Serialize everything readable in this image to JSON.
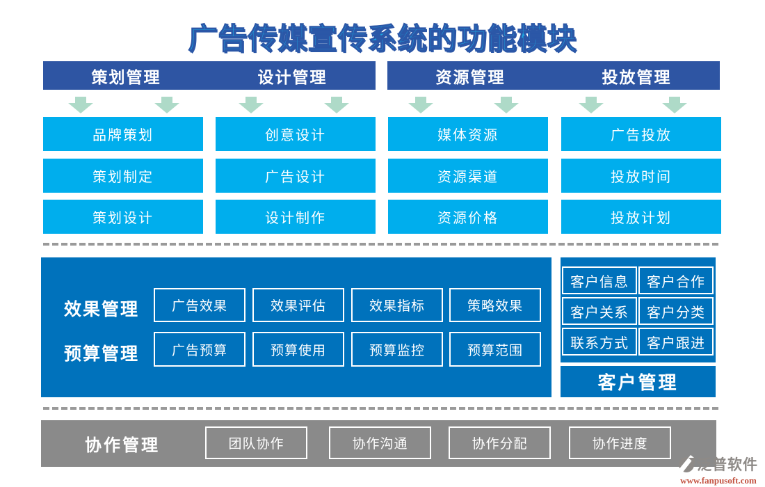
{
  "title": "广告传媒宣传系统的功能模块",
  "top_sections": [
    {
      "header": "策划管理",
      "items": [
        "品牌策划",
        "策划制定",
        "策划设计"
      ]
    },
    {
      "header": "设计管理",
      "items": [
        "创意设计",
        "广告设计",
        "设计制作"
      ]
    },
    {
      "header": "资源管理",
      "items": [
        "媒体资源",
        "资源渠道",
        "资源价格"
      ]
    },
    {
      "header": "投放管理",
      "items": [
        "广告投放",
        "投放时间",
        "投放计划"
      ]
    }
  ],
  "middle": {
    "rows": [
      {
        "label": "效果管理",
        "items": [
          "广告效果",
          "效果评估",
          "效果指标",
          "策略效果"
        ]
      },
      {
        "label": "预算管理",
        "items": [
          "广告预算",
          "预算使用",
          "预算监控",
          "预算范围"
        ]
      }
    ]
  },
  "customer": {
    "cells": [
      "客户信息",
      "客户合作",
      "客户关系",
      "客户分类",
      "联系方式",
      "客户跟进"
    ],
    "header": "客户管理"
  },
  "bottom": {
    "label": "协作管理",
    "items": [
      "团队协作",
      "协作沟通",
      "协作分配",
      "协作进度"
    ]
  },
  "logo": {
    "name": "泛普软件",
    "url": "www.fanpusoft.com"
  },
  "colors": {
    "title_fill": "#1ba7e2",
    "title_outline": "#2b57a7",
    "header_bar": "#2e55a3",
    "module_cell": "#00aeed",
    "panel_blue": "#0072bc",
    "arrow_green": "#aedac8",
    "collab_gray": "#8a8a8a",
    "dash_gray": "#9a9a9a",
    "logo_text": "#8e8a87",
    "logo_url": "#c35442"
  }
}
